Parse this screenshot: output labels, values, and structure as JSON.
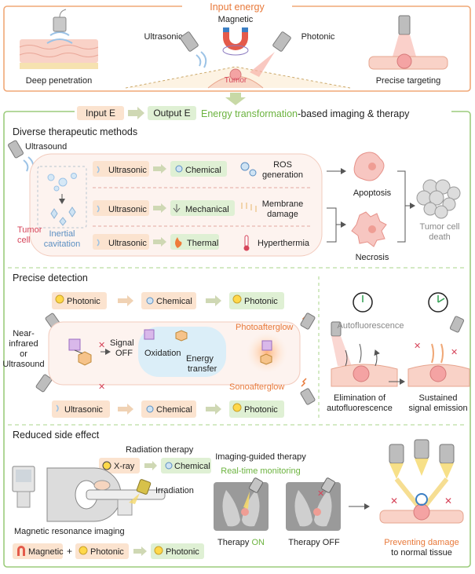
{
  "top": {
    "title": "Input energy",
    "deep_penetration": "Deep penetration",
    "ultrasonic": "Ultrasonic",
    "magnetic": "Magnetic",
    "photonic": "Photonic",
    "tumor": "Tumor",
    "precise_targeting": "Precise targeting"
  },
  "legend": {
    "input": "Input E",
    "output": "Output E",
    "title_highlight": "Energy transformation",
    "title_rest": "-based imaging & therapy"
  },
  "therapy": {
    "section_title": "Diverse therapeutic methods",
    "ultrasound": "Ultrasound",
    "inertial_cavitation": [
      "Inertial",
      "cavitation"
    ],
    "tumor_cell": [
      "Tumor",
      "cell"
    ],
    "rows": [
      {
        "input": "Ultrasonic",
        "output": "Chemical",
        "effect": [
          "ROS",
          "generation"
        ]
      },
      {
        "input": "Ultrasonic",
        "output": "Mechanical",
        "effect": [
          "Membrane",
          "damage"
        ]
      },
      {
        "input": "Ultrasonic",
        "output": "Thermal",
        "effect": [
          "Hyperthermia"
        ]
      }
    ],
    "apoptosis": "Apoptosis",
    "necrosis": "Necrosis",
    "death": [
      "Tumor cell",
      "death"
    ]
  },
  "detection": {
    "section_title": "Precise detection",
    "top_chain": [
      "Photonic",
      "Chemical",
      "Photonic"
    ],
    "bottom_chain": [
      "Ultrasonic",
      "Chemical",
      "Photonic"
    ],
    "source": [
      "Near-",
      "infrared",
      "or",
      "Ultrasound"
    ],
    "signal_off": [
      "Signal",
      "OFF"
    ],
    "oxidation": "Oxidation",
    "energy_transfer": [
      "Energy",
      "transfer"
    ],
    "photoafterglow": "Photoafterglow",
    "sonoafterglow": "Sonoafterglow",
    "autofluorescence": "Autofluorescence",
    "elimination": [
      "Elimination of",
      "autofluorescence"
    ],
    "sustained": [
      "Sustained",
      "signal emission"
    ]
  },
  "side_effect": {
    "section_title": "Reduced side effect",
    "radiation_therapy": "Radiation therapy",
    "xray": "X-ray",
    "chemical": "Chemical",
    "irradiation": "Irradiation",
    "mri": "Magnetic resonance imaging",
    "magnetic": "Magnetic",
    "plus": "+",
    "photonic_in": "Photonic",
    "photonic_out": "Photonic",
    "imaging_guided": "Imaging-guided therapy",
    "real_time": "Real-time monitoring",
    "therapy_on_prefix": "Therapy ",
    "therapy_on_state": "ON",
    "therapy_off": "Therapy OFF",
    "preventing": "Preventing damage",
    "normal_tissue": "to normal tissue"
  },
  "colors": {
    "input_fill": "#fbe3cf",
    "output_fill": "#dff0d4",
    "orange_border": "#f0a877",
    "green_border": "#9ccc7c",
    "accent_green": "#6cb33f",
    "accent_orange": "#e8793a",
    "tumor_pink": "#f4a3a3"
  }
}
